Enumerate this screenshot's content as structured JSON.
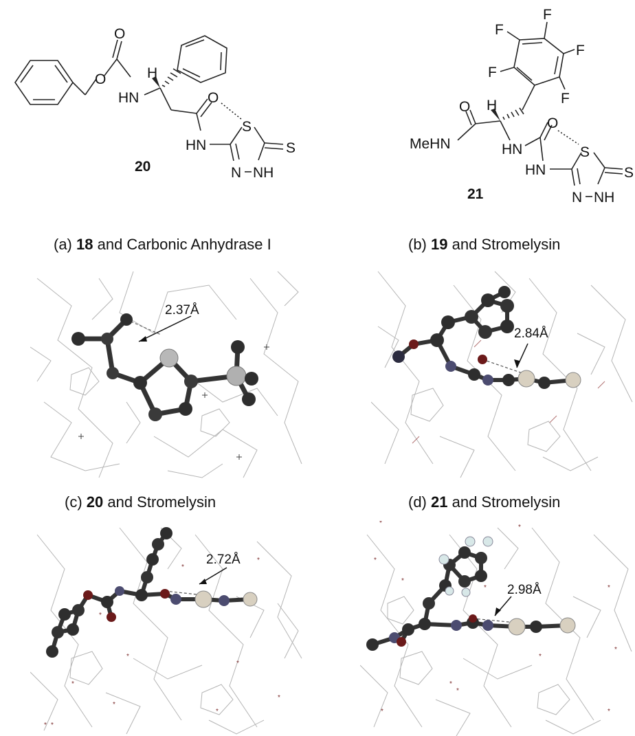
{
  "compounds": {
    "c20": {
      "number": "20",
      "labels": {
        "O_carbonyl": "O",
        "O_ester": "O",
        "HN_carbamate": "HN",
        "H_stereo": "H",
        "O_amide": "O",
        "S_ring": "S",
        "S_thione": "S",
        "HN_amide": "HN",
        "N_ring": "N",
        "NH_ring": "NH"
      }
    },
    "c21": {
      "number": "21",
      "labels": {
        "F1": "F",
        "F2": "F",
        "F3": "F",
        "F4": "F",
        "F5": "F",
        "O_amide": "O",
        "H_stereo": "H",
        "MeHN": "MeHN",
        "HN_urea": "HN",
        "O_urea": "O",
        "S_ring": "S",
        "S_thione": "S",
        "HN_ring_amide": "HN",
        "N_ring": "N",
        "NH_ring": "NH"
      }
    }
  },
  "panels": [
    {
      "id": "a",
      "prefix": "(a) ",
      "compound": "18",
      "suffix": " and Carbonic Anhydrase I",
      "distance": "2.37Å"
    },
    {
      "id": "b",
      "prefix": "(b) ",
      "compound": "19",
      "suffix": " and Stromelysin",
      "distance": "2.84Å"
    },
    {
      "id": "c",
      "prefix": "(c) ",
      "compound": "20",
      "suffix": " and Stromelysin",
      "distance": "2.72Å"
    },
    {
      "id": "d",
      "prefix": "(d) ",
      "compound": "21",
      "suffix": " and Stromelysin",
      "distance": "2.98Å"
    }
  ]
}
